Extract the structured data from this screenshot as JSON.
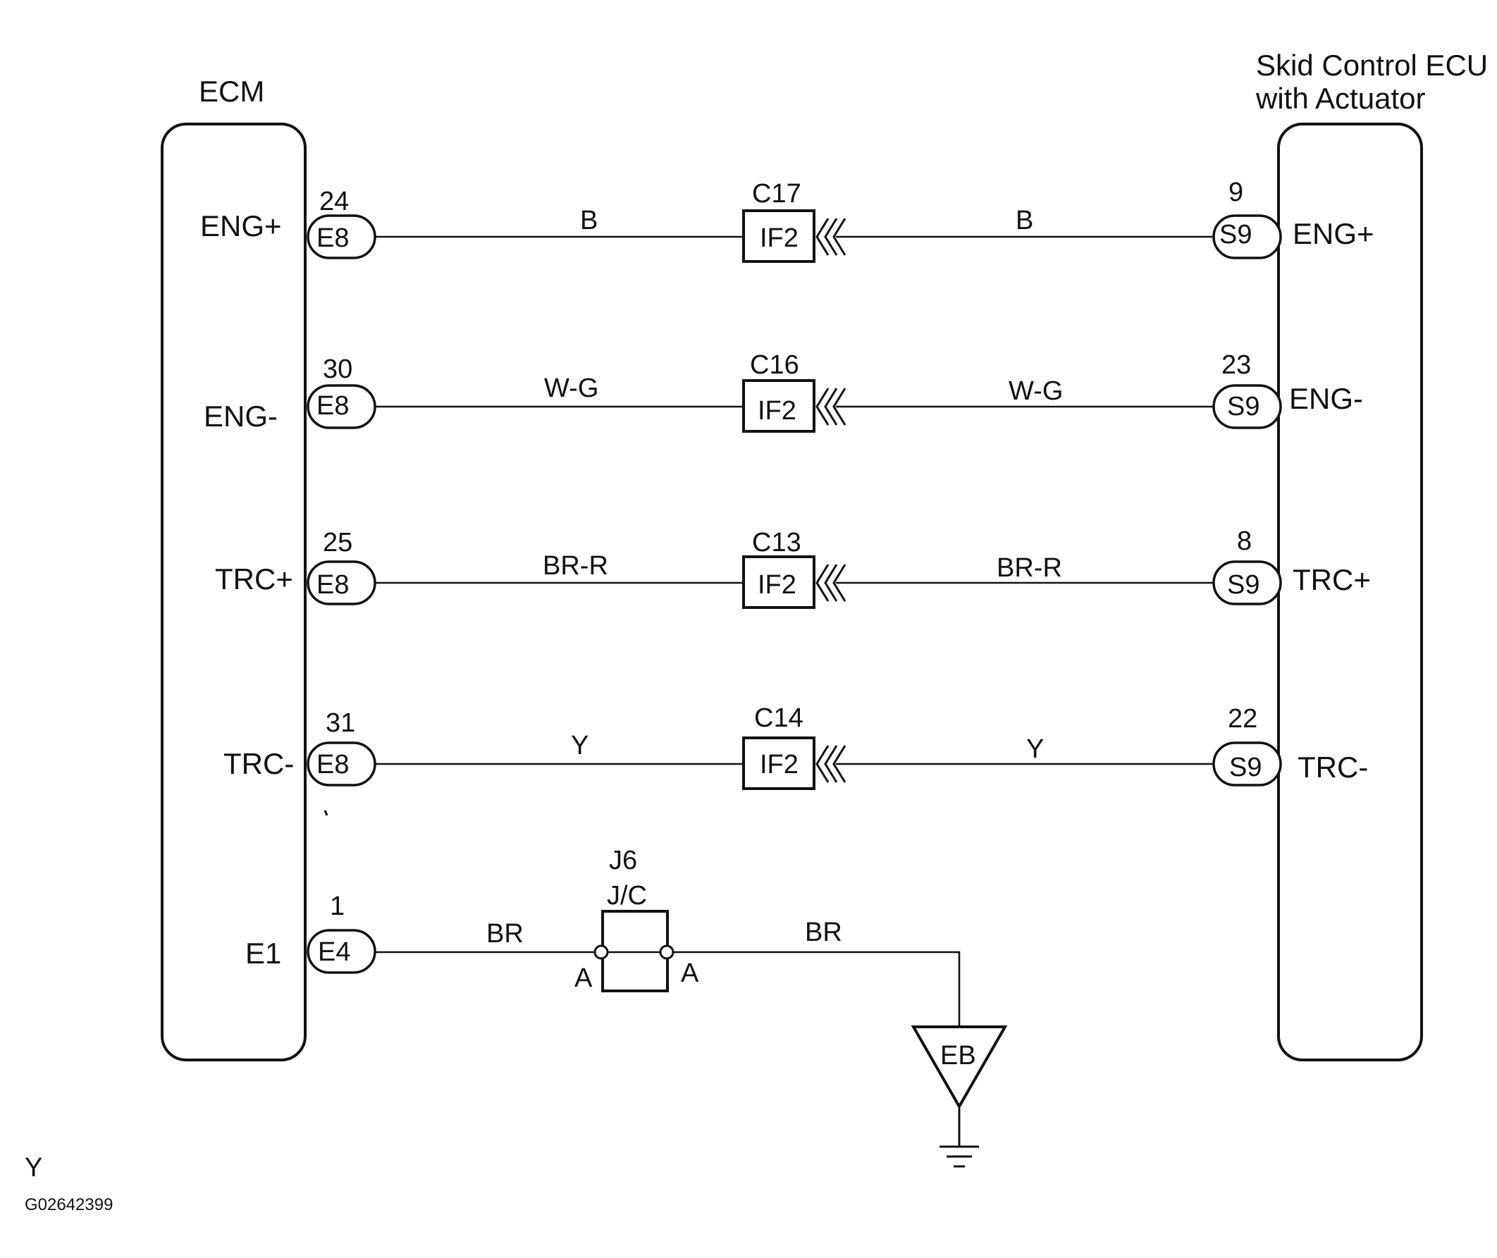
{
  "ecm": {
    "title": "ECM",
    "pins": [
      {
        "label": "ENG+",
        "number": "24",
        "connector": "E8"
      },
      {
        "label": "ENG-",
        "number": "30",
        "connector": "E8"
      },
      {
        "label": "TRC+",
        "number": "25",
        "connector": "E8"
      },
      {
        "label": "TRC-",
        "number": "31",
        "connector": "E8"
      },
      {
        "label": "E1",
        "number": "1",
        "connector": "E4"
      }
    ]
  },
  "skid": {
    "title_line1": "Skid Control ECU",
    "title_line2": "with Actuator",
    "pins": [
      {
        "label": "ENG+",
        "number": "9",
        "connector": "S9"
      },
      {
        "label": "ENG-",
        "number": "23",
        "connector": "S9"
      },
      {
        "label": "TRC+",
        "number": "8",
        "connector": "S9"
      },
      {
        "label": "TRC-",
        "number": "22",
        "connector": "S9"
      }
    ]
  },
  "wires": [
    {
      "left_color": "B",
      "right_color": "B",
      "junction_pin": "C17",
      "junction": "IF2"
    },
    {
      "left_color": "W-G",
      "right_color": "W-G",
      "junction_pin": "C16",
      "junction": "IF2"
    },
    {
      "left_color": "BR-R",
      "right_color": "BR-R",
      "junction_pin": "C13",
      "junction": "IF2"
    },
    {
      "left_color": "Y",
      "right_color": "Y",
      "junction_pin": "C14",
      "junction": "IF2"
    }
  ],
  "ground": {
    "wire_left": "BR",
    "wire_right": "BR",
    "jc_id": "J6",
    "jc_label": "J/C",
    "jc_left_pin": "A",
    "jc_right_pin": "A",
    "ground_point": "EB"
  },
  "footer": {
    "wire_key": "Y",
    "figure_id": "G02642399"
  }
}
